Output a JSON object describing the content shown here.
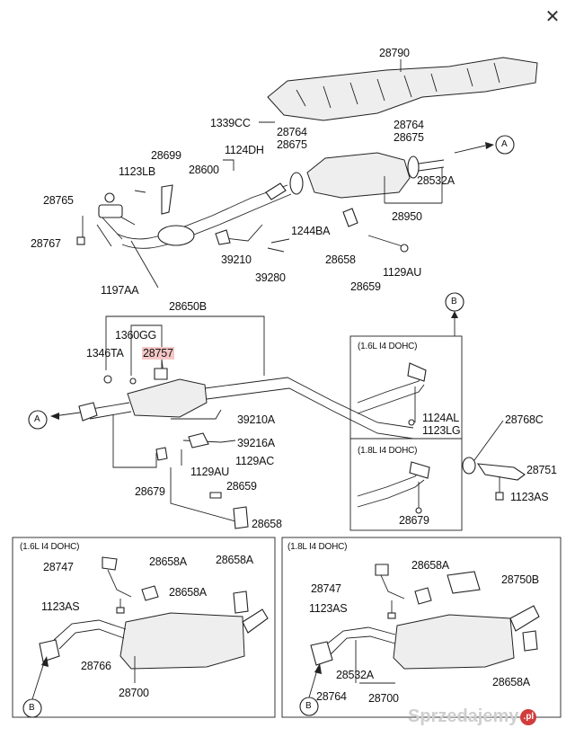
{
  "close_label": "✕",
  "watermark": "Sprzedajemy",
  "watermark_badge": ".pl",
  "circles": {
    "a": "A",
    "b": "B"
  },
  "labels": {
    "p28790": "28790",
    "p1339cc": "1339CC",
    "p28764_top": "28764",
    "p28675_top": "28675",
    "p28764_mid": "28764",
    "p28675_mid": "28675",
    "p1124dh": "1124DH",
    "p28699": "28699",
    "p1123lb": "1123LB",
    "p28600": "28600",
    "p28765": "28765",
    "p28767": "28767",
    "p28532a_top": "28532A",
    "p28950": "28950",
    "p1244ba": "1244BA",
    "p39210": "39210",
    "p39280": "39280",
    "p28658_top": "28658",
    "p28659_top": "28659",
    "p1129au_top": "1129AU",
    "p1197aa": "1197AA",
    "p28650b": "28650B",
    "p1360gg": "1360GG",
    "p1346ta": "1346TA",
    "p28757": "28757",
    "p39210a": "39210A",
    "p39216a": "39216A",
    "p1129ac": "1129AC",
    "p1129au_mid": "1129AU",
    "p28659_mid": "28659",
    "p28658_mid": "28658",
    "p28679_mid": "28679",
    "p1124al": "1124AL",
    "p1123lg": "1123LG",
    "p28768c": "28768C",
    "p28751": "28751",
    "p1123as_right": "1123AS",
    "p28679_box": "28679",
    "p28747_l": "28747",
    "p28658a_l1": "28658A",
    "p28658a_l2": "28658A",
    "p28658a_l3": "28658A",
    "p1123as_l": "1123AS",
    "p28766": "28766",
    "p28700_l": "28700",
    "p28747_r": "28747",
    "p28658a_r1": "28658A",
    "p28750b": "28750B",
    "p1123as_r": "1123AS",
    "p28532a_r": "28532A",
    "p28764_r": "28764",
    "p28700_r": "28700",
    "p28658a_r2": "28658A"
  },
  "boxes": {
    "b16_top": "(1.6L I4 DOHC)",
    "b18_top": "(1.8L I4 DOHC)",
    "b16_bottom": "(1.6L I4 DOHC)",
    "b18_bottom": "(1.8L I4 DOHC)"
  }
}
